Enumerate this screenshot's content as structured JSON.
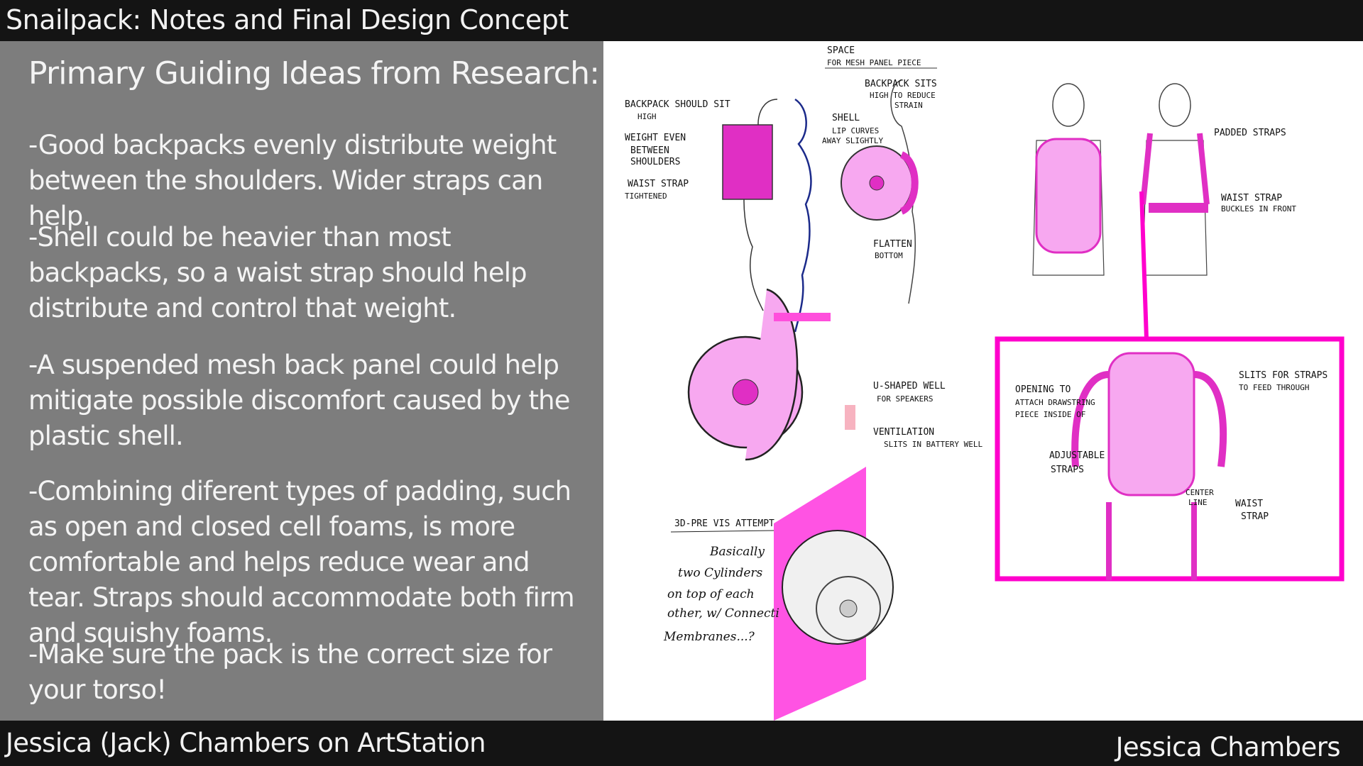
{
  "header": {
    "title": "Snailpack: Notes and Final Design Concept"
  },
  "notes": {
    "heading": "Primary Guiding Ideas from Research:",
    "items": [
      "-Good backpacks evenly distribute weight between the shoulders. Wider straps can help.",
      "-Shell could be heavier than most backpacks, so a waist strap should help distribute and control that weight.",
      "-A suspended mesh back panel could help mitigate possible discomfort caused by the plastic shell.",
      "-Combining diferent types of padding, such as open and closed cell foams, is more comfortable and helps reduce wear and tear. Straps should accommodate both firm and squishy foams.",
      "-Make sure the pack is the correct size for your torso!"
    ]
  },
  "sketch": {
    "side_notes": [
      "BACKPACK SHOULD SIT",
      "HIGH",
      "WEIGHT EVEN",
      "BETWEEN",
      "SHOULDERS",
      "WAIST STRAP",
      "TIGHTENED"
    ],
    "space_label": "SPACE",
    "space_sub": "FOR MESH PANEL PIECE",
    "backpack_sits": "BACKPACK SITS",
    "backpack_sits_sub1": "HIGH TO REDUCE",
    "backpack_sits_sub2": "STRAIN",
    "shell_label": "SHELL",
    "shell_sub1": "LIP CURVES",
    "shell_sub2": "AWAY SLIGHTLY",
    "flatten_label": "FLATTEN",
    "flatten_sub": "BOTTOM",
    "padded_straps": "PADDED STRAPS",
    "waist_strap": "WAIST STRAP",
    "waist_strap_sub": "BUCKLES IN FRONT",
    "u_well": "U-SHAPED WELL",
    "u_well_sub": "FOR SPEAKERS",
    "ventilation": "VENTILATION",
    "ventilation_sub": "SLITS IN BATTERY WELL",
    "opening": "OPENING TO",
    "opening_sub1": "ATTACH DRAWSTRING",
    "opening_sub2": "PIECE INSIDE OF",
    "slits": "SLITS FOR STRAPS",
    "slits_sub": "TO FEED THROUGH",
    "adjustable": "ADJUSTABLE",
    "adjustable_sub": "STRAPS",
    "center": "CENTER",
    "center_sub": "LINE",
    "waist2": "WAIST",
    "waist2_sub": "STRAP",
    "previs": "3D-PRE VIS ATTEMPT",
    "previs_note": [
      "Basically",
      "two Cylinders",
      "on top of each",
      "other, w/ Connecti",
      "Membranes...?"
    ]
  },
  "footer": {
    "left": "Jessica (Jack) Chambers on ArtStation",
    "right": "Jessica Chambers"
  },
  "colors": {
    "accent": "#ff00cc",
    "accent_light": "#f7a8f0",
    "panel": "#7d7d7d",
    "bar": "#141414"
  }
}
